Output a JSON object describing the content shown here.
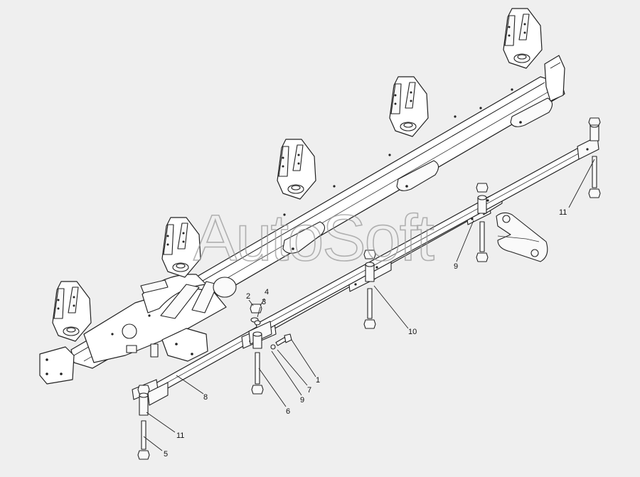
{
  "watermark": "AutoSoft",
  "callouts": {
    "c1": "1",
    "c2": "2",
    "c3": "3",
    "c4": "4",
    "c5": "5",
    "c6": "6",
    "c7": "7",
    "c8": "8",
    "c9a": "9",
    "c9b": "9",
    "c10": "10",
    "c11a": "11",
    "c11b": "11"
  }
}
